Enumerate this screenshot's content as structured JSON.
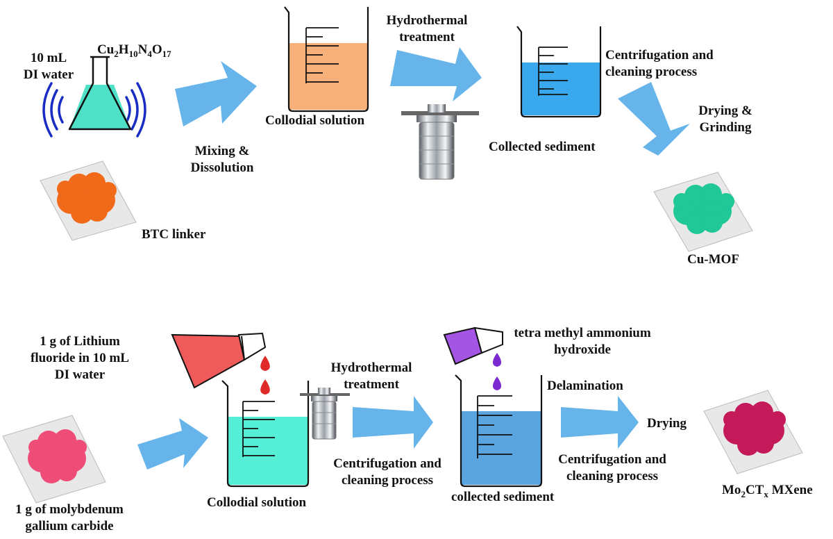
{
  "top": {
    "water_label": [
      "10 mL",
      "DI water"
    ],
    "copper_formula": {
      "base": "Cu",
      "n1": "2",
      "h": "H",
      "n2": "10",
      "n": "N",
      "n3": "4",
      "o": "O",
      "n4": "17"
    },
    "linker_label": "BTC linker",
    "mix_label": [
      "Mixing &",
      "Dissolution"
    ],
    "colloid_label": "Collodial solution",
    "hydro_label": [
      "Hydrothermal",
      "treatment"
    ],
    "sediment_label": "Collected sediment",
    "centrifuge_label": [
      "Centrifugation and",
      "cleaning process"
    ],
    "dry_label": [
      "Drying &",
      "Grinding"
    ],
    "product_label": "Cu-MOF"
  },
  "bottom": {
    "lif_label": [
      "1 g of Lithium",
      "fluoride in 10 mL",
      "DI water"
    ],
    "carbide_label": [
      "1 g of molybdenum",
      "gallium carbide"
    ],
    "colloid_label": "Collodial solution",
    "hydro_label": [
      "Hydrothermal",
      "treatment"
    ],
    "centrifuge1_label": [
      "Centrifugation and",
      "cleaning process"
    ],
    "tmah_label": [
      "tetra methyl ammonium",
      "hydroxide"
    ],
    "sediment_label": "collected sediment",
    "delam_label": "Delamination",
    "centrifuge2_label": [
      "Centrifugation and",
      "cleaning process"
    ],
    "dry_label": "Drying",
    "product": {
      "mo": "Mo",
      "n1": "2",
      "ct": "CT",
      "x": "x",
      "rest": " MXene"
    }
  },
  "colors": {
    "arrow": "#5aaee8",
    "flask_liquid": "#4fe0c8",
    "sound_waves": "#1a2cc4",
    "btc": "#f06a1a",
    "colloid_top": "#f7b07a",
    "sediment_top": "#3aa8ec",
    "cu_mof": "#1fc896",
    "lif": "#ef5a5a",
    "carbide": "#ee4d78",
    "colloid_bottom": "#55efd6",
    "tmah": "#a455e4",
    "sediment_bottom": "#5aa4e0",
    "mxene": "#c41a5a"
  }
}
